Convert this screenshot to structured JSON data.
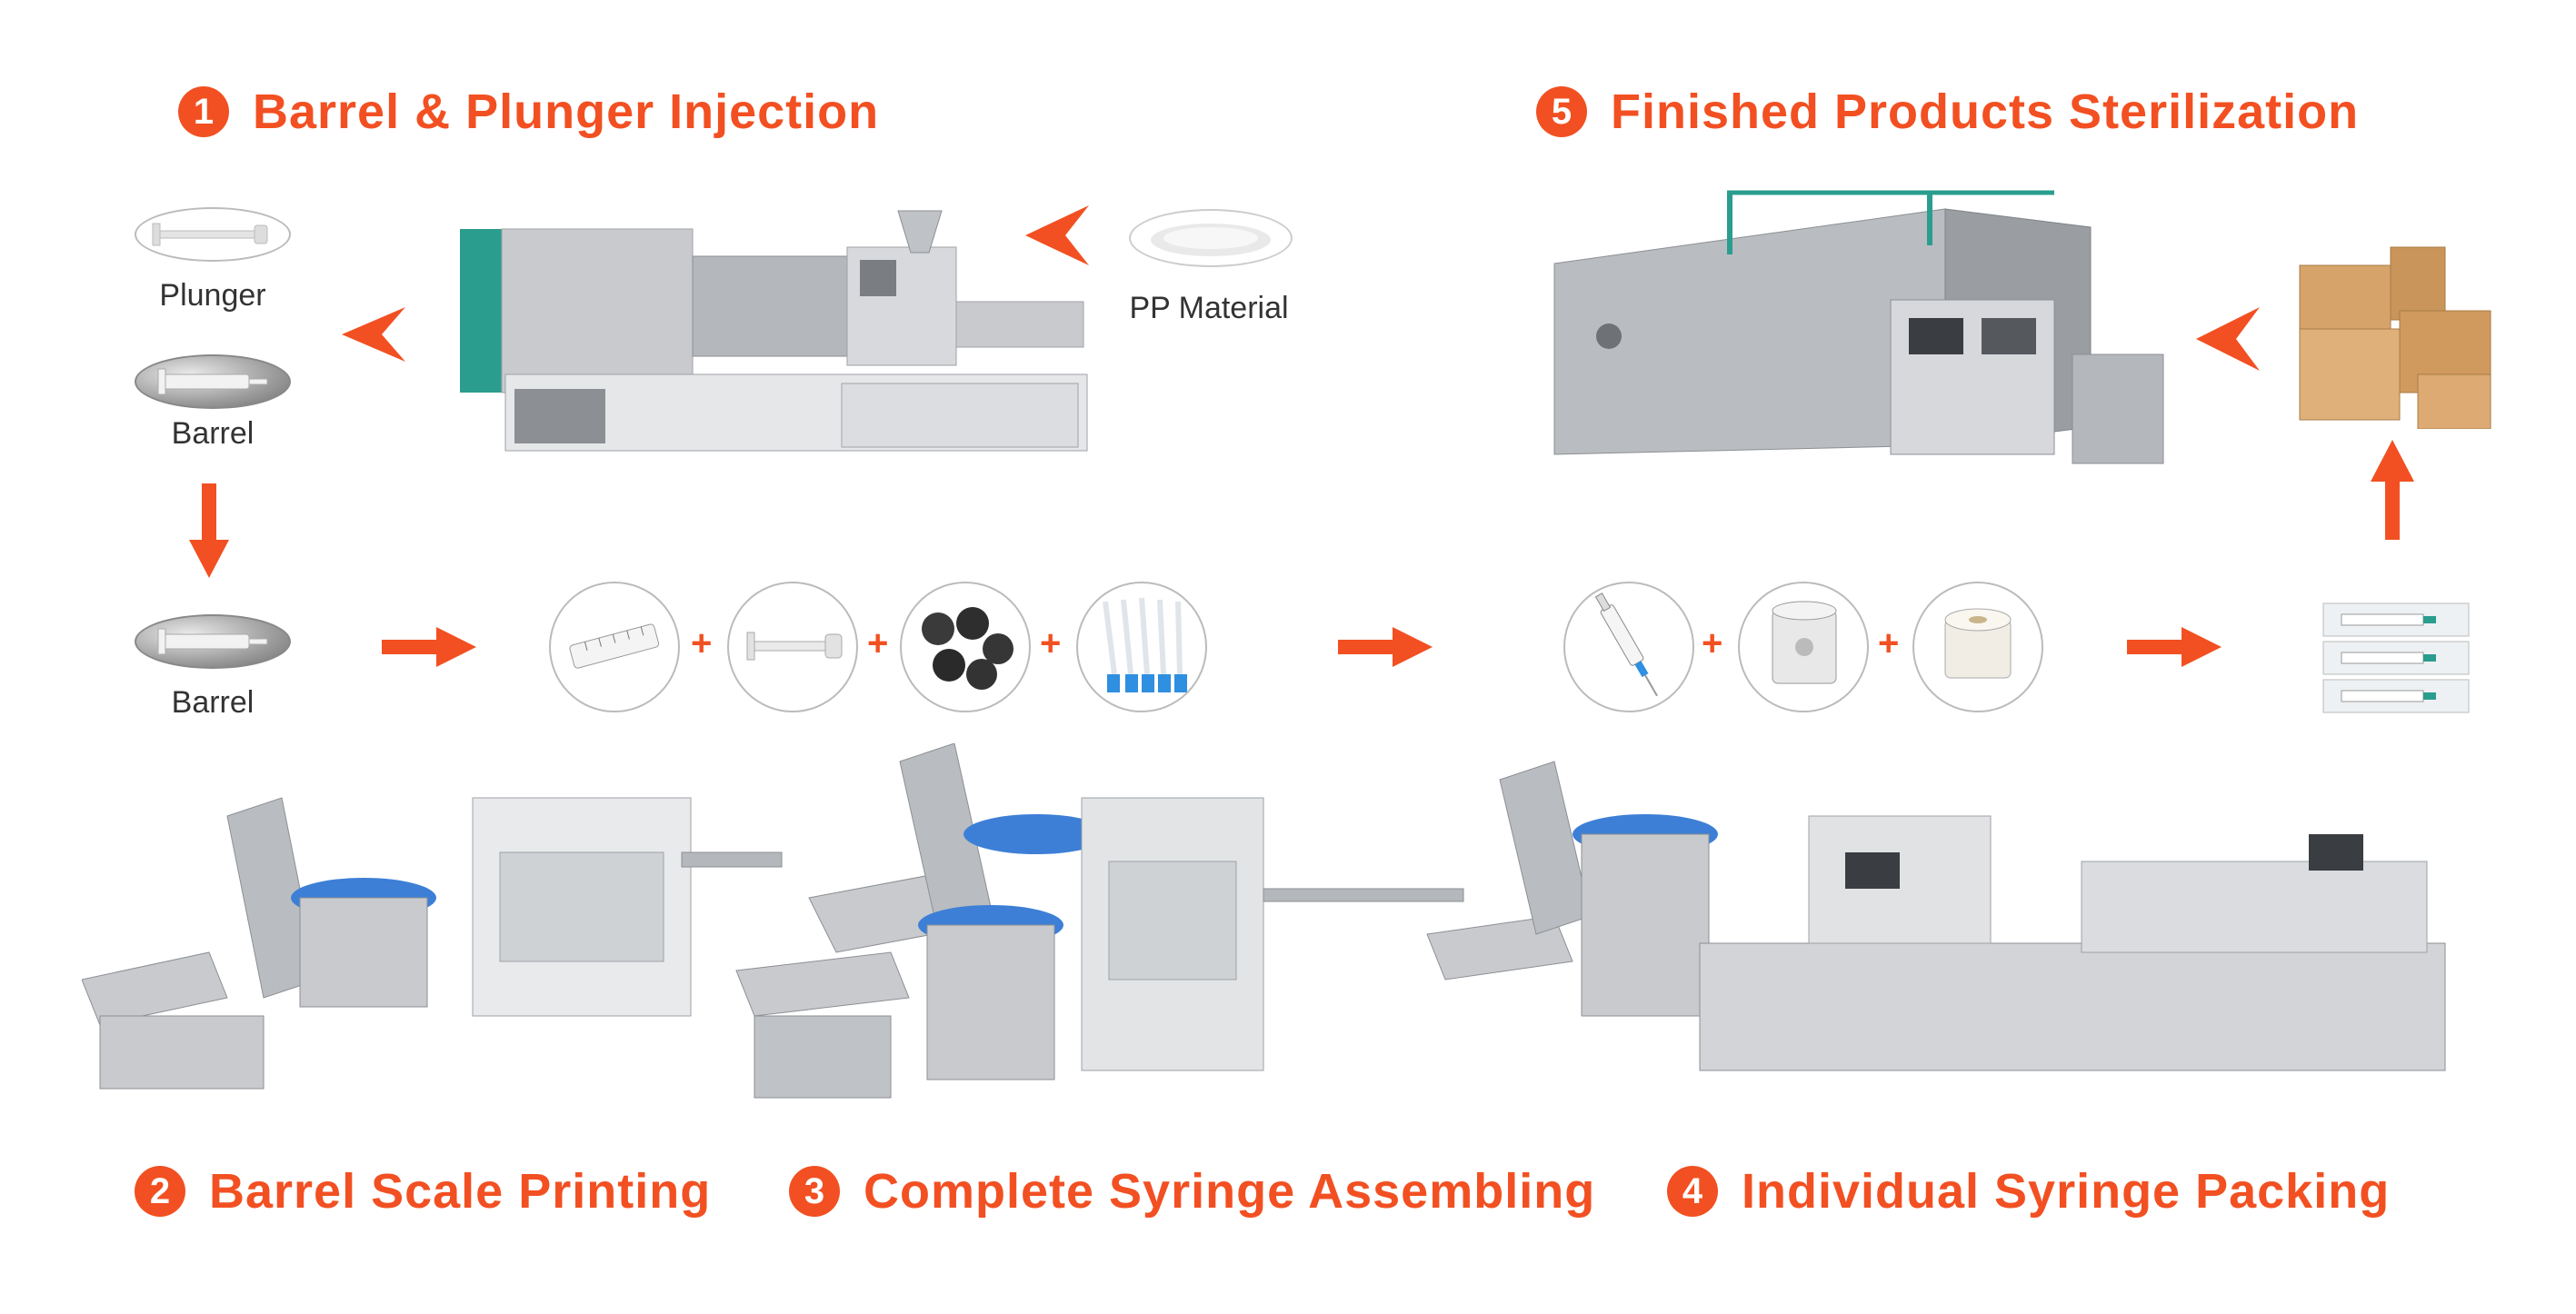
{
  "colors": {
    "accent": "#F25022",
    "machine_metal": "#c8cacd",
    "machine_dark": "#8c8f93",
    "machine_teal": "#2b9d8f",
    "bowl_blue": "#3d7fd6",
    "box_brown": "#d6a46a"
  },
  "steps": [
    {
      "number": "1",
      "label": "Barrel & Plunger Injection"
    },
    {
      "number": "2",
      "label": "Barrel Scale Printing"
    },
    {
      "number": "3",
      "label": "Complete Syringe Assembling"
    },
    {
      "number": "4",
      "label": "Individual Syringe Packing"
    },
    {
      "number": "5",
      "label": "Finished Products Sterilization"
    }
  ],
  "parts": {
    "plunger": "Plunger",
    "barrel_top": "Barrel",
    "barrel_bottom": "Barrel",
    "pp_material": "PP Material"
  },
  "component_groups": {
    "assembly": [
      "printed-barrel",
      "plunger",
      "rubber-stoppers",
      "needles"
    ],
    "packing": [
      "syringe",
      "film-roll",
      "paper-roll"
    ]
  },
  "plus_sign": "+",
  "icons": {
    "arrow": "arrow-icon",
    "chevron": "chevron-icon"
  }
}
